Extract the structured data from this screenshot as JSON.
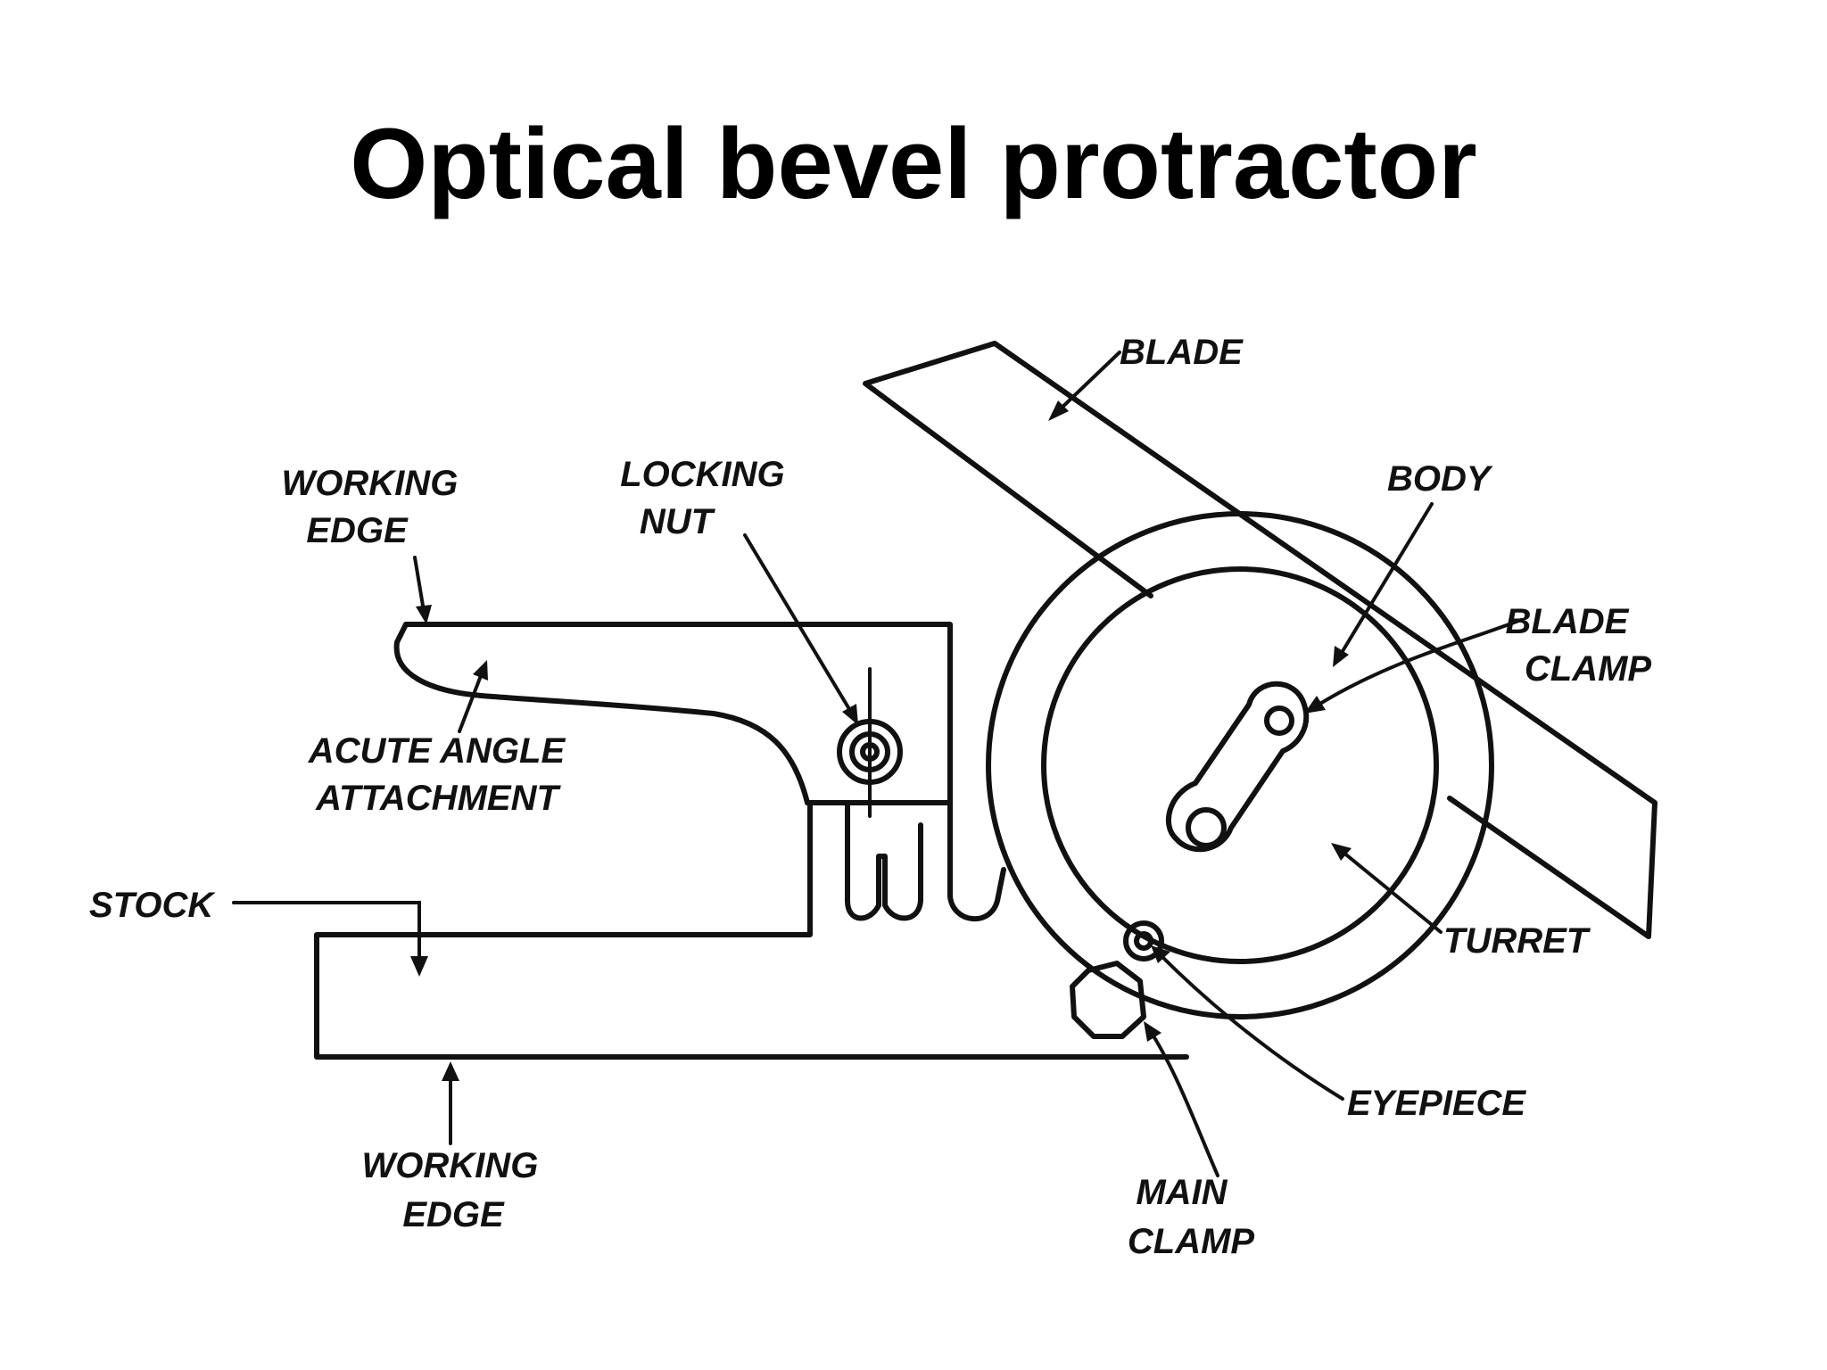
{
  "title": "Optical bevel protractor",
  "labels": {
    "blade": "BLADE",
    "working_edge_top": [
      "WORKING",
      "EDGE"
    ],
    "locking_nut": [
      "LOCKING",
      "NUT"
    ],
    "body": "BODY",
    "blade_clamp": [
      "BLADE",
      "CLAMP"
    ],
    "acute_angle_attachment": [
      "ACUTE ANGLE",
      "ATTACHMENT"
    ],
    "stock": "STOCK",
    "turret": "TURRET",
    "eyepiece": "EYEPIECE",
    "working_edge_bottom": [
      "WORKING",
      "EDGE"
    ],
    "main_clamp": [
      "MAIN",
      "CLAMP"
    ]
  }
}
